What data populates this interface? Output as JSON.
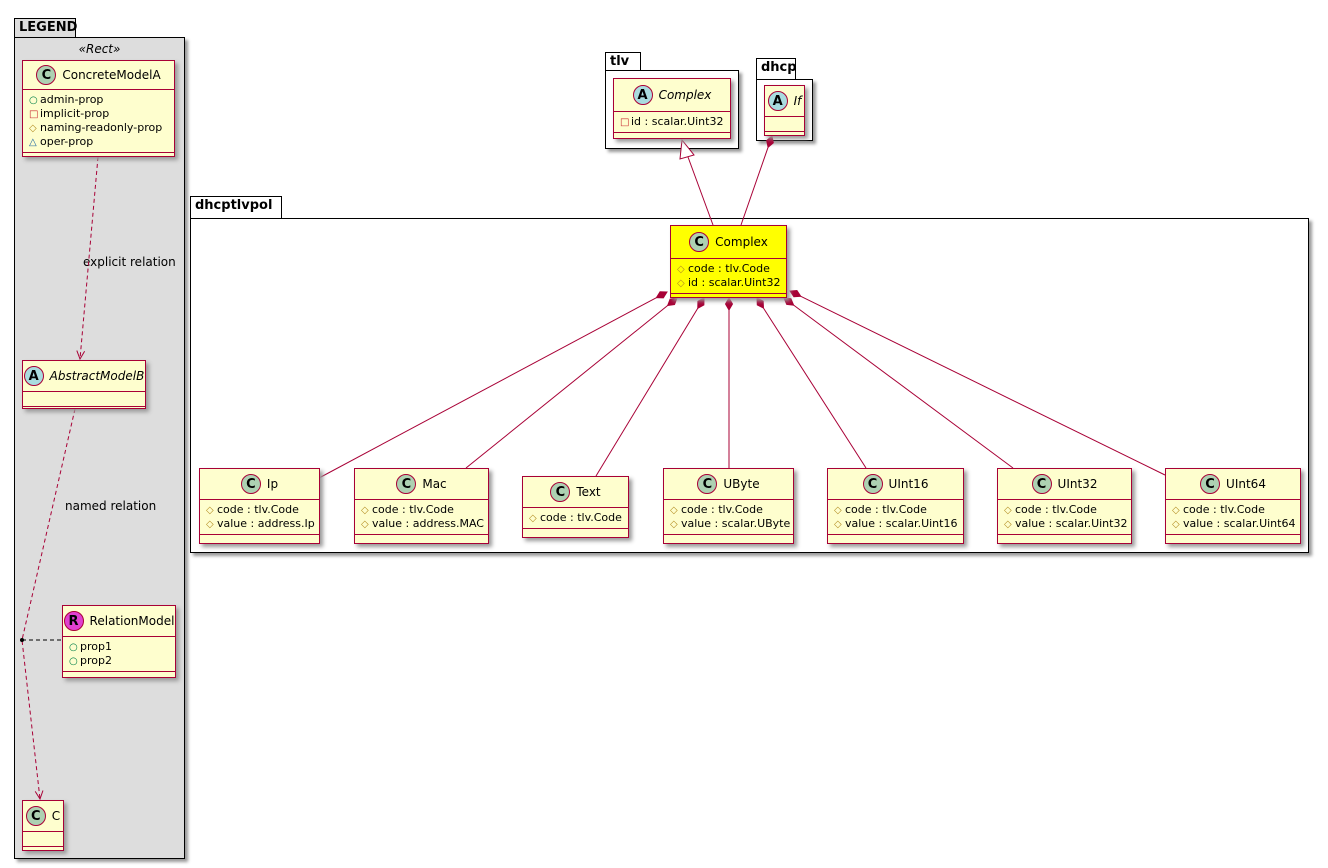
{
  "legend": {
    "title": "LEGEND",
    "stereotype": "«Rect»",
    "explicit_relation": "explicit relation",
    "named_relation": "named relation"
  },
  "packages": {
    "tlv": "tlv",
    "dhcp": "dhcp",
    "dhcptlvpol": "dhcptlvpol"
  },
  "classes": [
    {
      "id": "concreteA",
      "kind": "C",
      "name": "ConcreteModelA",
      "abstract": false,
      "members": [
        {
          "vis": "+",
          "text": "admin-prop"
        },
        {
          "vis": "-",
          "text": "implicit-prop"
        },
        {
          "vis": "#",
          "text": "naming-readonly-prop"
        },
        {
          "vis": "~",
          "text": "oper-prop"
        }
      ]
    },
    {
      "id": "abstractB",
      "kind": "A",
      "name": "AbstractModelB",
      "abstract": true,
      "members": []
    },
    {
      "id": "relModel",
      "kind": "R",
      "name": "RelationModel",
      "abstract": false,
      "members": [
        {
          "vis": "+",
          "text": "prop1"
        },
        {
          "vis": "+",
          "text": "prop2"
        }
      ]
    },
    {
      "id": "c",
      "kind": "C",
      "name": "C",
      "abstract": false,
      "members": []
    },
    {
      "id": "tlvComplex",
      "kind": "A",
      "name": "Complex",
      "abstract": true,
      "members": [
        {
          "vis": "-",
          "text": "id : scalar.Uint32"
        }
      ]
    },
    {
      "id": "dhcpIf",
      "kind": "A",
      "name": "If",
      "abstract": true,
      "members": []
    },
    {
      "id": "complex",
      "kind": "C",
      "name": "Complex",
      "abstract": false,
      "highlighted": true,
      "members": [
        {
          "vis": "#",
          "text": "code : tlv.Code"
        },
        {
          "vis": "#",
          "text": "id : scalar.Uint32"
        }
      ]
    },
    {
      "id": "ip",
      "kind": "C",
      "name": "Ip",
      "abstract": false,
      "members": [
        {
          "vis": "#",
          "text": "code : tlv.Code"
        },
        {
          "vis": "#",
          "text": "value : address.Ip"
        }
      ]
    },
    {
      "id": "mac",
      "kind": "C",
      "name": "Mac",
      "abstract": false,
      "members": [
        {
          "vis": "#",
          "text": "code : tlv.Code"
        },
        {
          "vis": "#",
          "text": "value : address.MAC"
        }
      ]
    },
    {
      "id": "text",
      "kind": "C",
      "name": "Text",
      "abstract": false,
      "members": [
        {
          "vis": "#",
          "text": "code : tlv.Code"
        }
      ]
    },
    {
      "id": "ubyte",
      "kind": "C",
      "name": "UByte",
      "abstract": false,
      "members": [
        {
          "vis": "#",
          "text": "code : tlv.Code"
        },
        {
          "vis": "#",
          "text": "value : scalar.UByte"
        }
      ]
    },
    {
      "id": "uint16",
      "kind": "C",
      "name": "UInt16",
      "abstract": false,
      "members": [
        {
          "vis": "#",
          "text": "code : tlv.Code"
        },
        {
          "vis": "#",
          "text": "value : scalar.Uint16"
        }
      ]
    },
    {
      "id": "uint32",
      "kind": "C",
      "name": "UInt32",
      "abstract": false,
      "members": [
        {
          "vis": "#",
          "text": "code : tlv.Code"
        },
        {
          "vis": "#",
          "text": "value : scalar.Uint32"
        }
      ]
    },
    {
      "id": "uint64",
      "kind": "C",
      "name": "UInt64",
      "abstract": false,
      "members": [
        {
          "vis": "#",
          "text": "code : tlv.Code"
        },
        {
          "vis": "#",
          "text": "value : scalar.Uint64"
        }
      ]
    }
  ],
  "colors": {
    "border": "#a80036",
    "class_fill": "#fefece",
    "highlight": "#ffff00",
    "legend_fill": "#dddddd",
    "C": "#add1b2",
    "A": "#a9dcdf",
    "R": "#e040d0"
  }
}
